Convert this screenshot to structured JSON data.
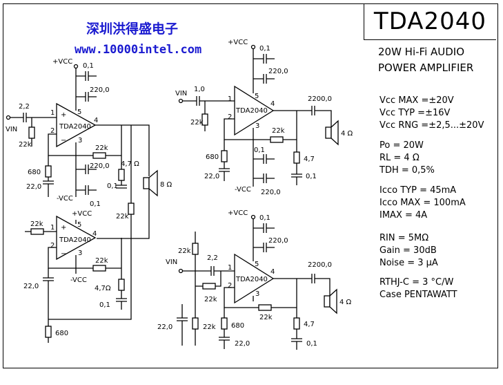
{
  "title": "TDA2040",
  "header": {
    "company_cn": "深圳洪得盛电子",
    "website": "www.10000intel.com"
  },
  "description": [
    "20W Hi-Fi AUDIO",
    "POWER AMPLIFIER"
  ],
  "specs": {
    "vcc": [
      "Vcc MAX =±20V",
      "Vcc TYP =±16V",
      "Vcc RNG =±2,5...±20V"
    ],
    "output": [
      "Po  = 20W",
      "RL  = 4 Ω",
      "TDH = 0,5%"
    ],
    "current": [
      "Icco TYP = 45mA",
      "Icco MAX = 100mA",
      "IMAX =   4A"
    ],
    "input": [
      "RIN  = 5MΩ",
      "Gain = 30dB",
      "Noise = 3  μA"
    ],
    "thermal": [
      "RTHJ-C = 3 °C/W",
      "Case  PENTAWATT"
    ]
  },
  "circuits": {
    "chip_label": "TDA2040",
    "left": {
      "labels": [
        "+VCC",
        "0,1",
        "220,0",
        "2,2",
        "VIN",
        "22k",
        "22k",
        "680",
        "22,0",
        "-VCC",
        "220,0",
        "0,1",
        "0,1",
        "4,7 Ω",
        "22k",
        "8 Ω",
        "0,1",
        "+VCC",
        "22k",
        "22k",
        "22,0",
        "-VCC",
        "4,7Ω",
        "0,1",
        "680"
      ]
    },
    "top_right": {
      "labels": [
        "+VCC",
        "0,1",
        "220,0",
        "VIN",
        "1,0",
        "22k",
        "680",
        "22,0",
        "0,1",
        "220,0",
        "-VCC",
        "22k",
        "4,7",
        "0,1",
        "2200,0",
        "4 Ω"
      ]
    },
    "bottom_right": {
      "labels": [
        "+VCC",
        "0,1",
        "220,0",
        "22k",
        "2,2",
        "VIN",
        "22k",
        "22k",
        "22,0",
        "22k",
        "680",
        "22,0",
        "22k",
        "4,7",
        "0,1",
        "2200,0",
        "4 Ω"
      ]
    },
    "pins": [
      "1",
      "2",
      "3",
      "4",
      "5"
    ]
  }
}
